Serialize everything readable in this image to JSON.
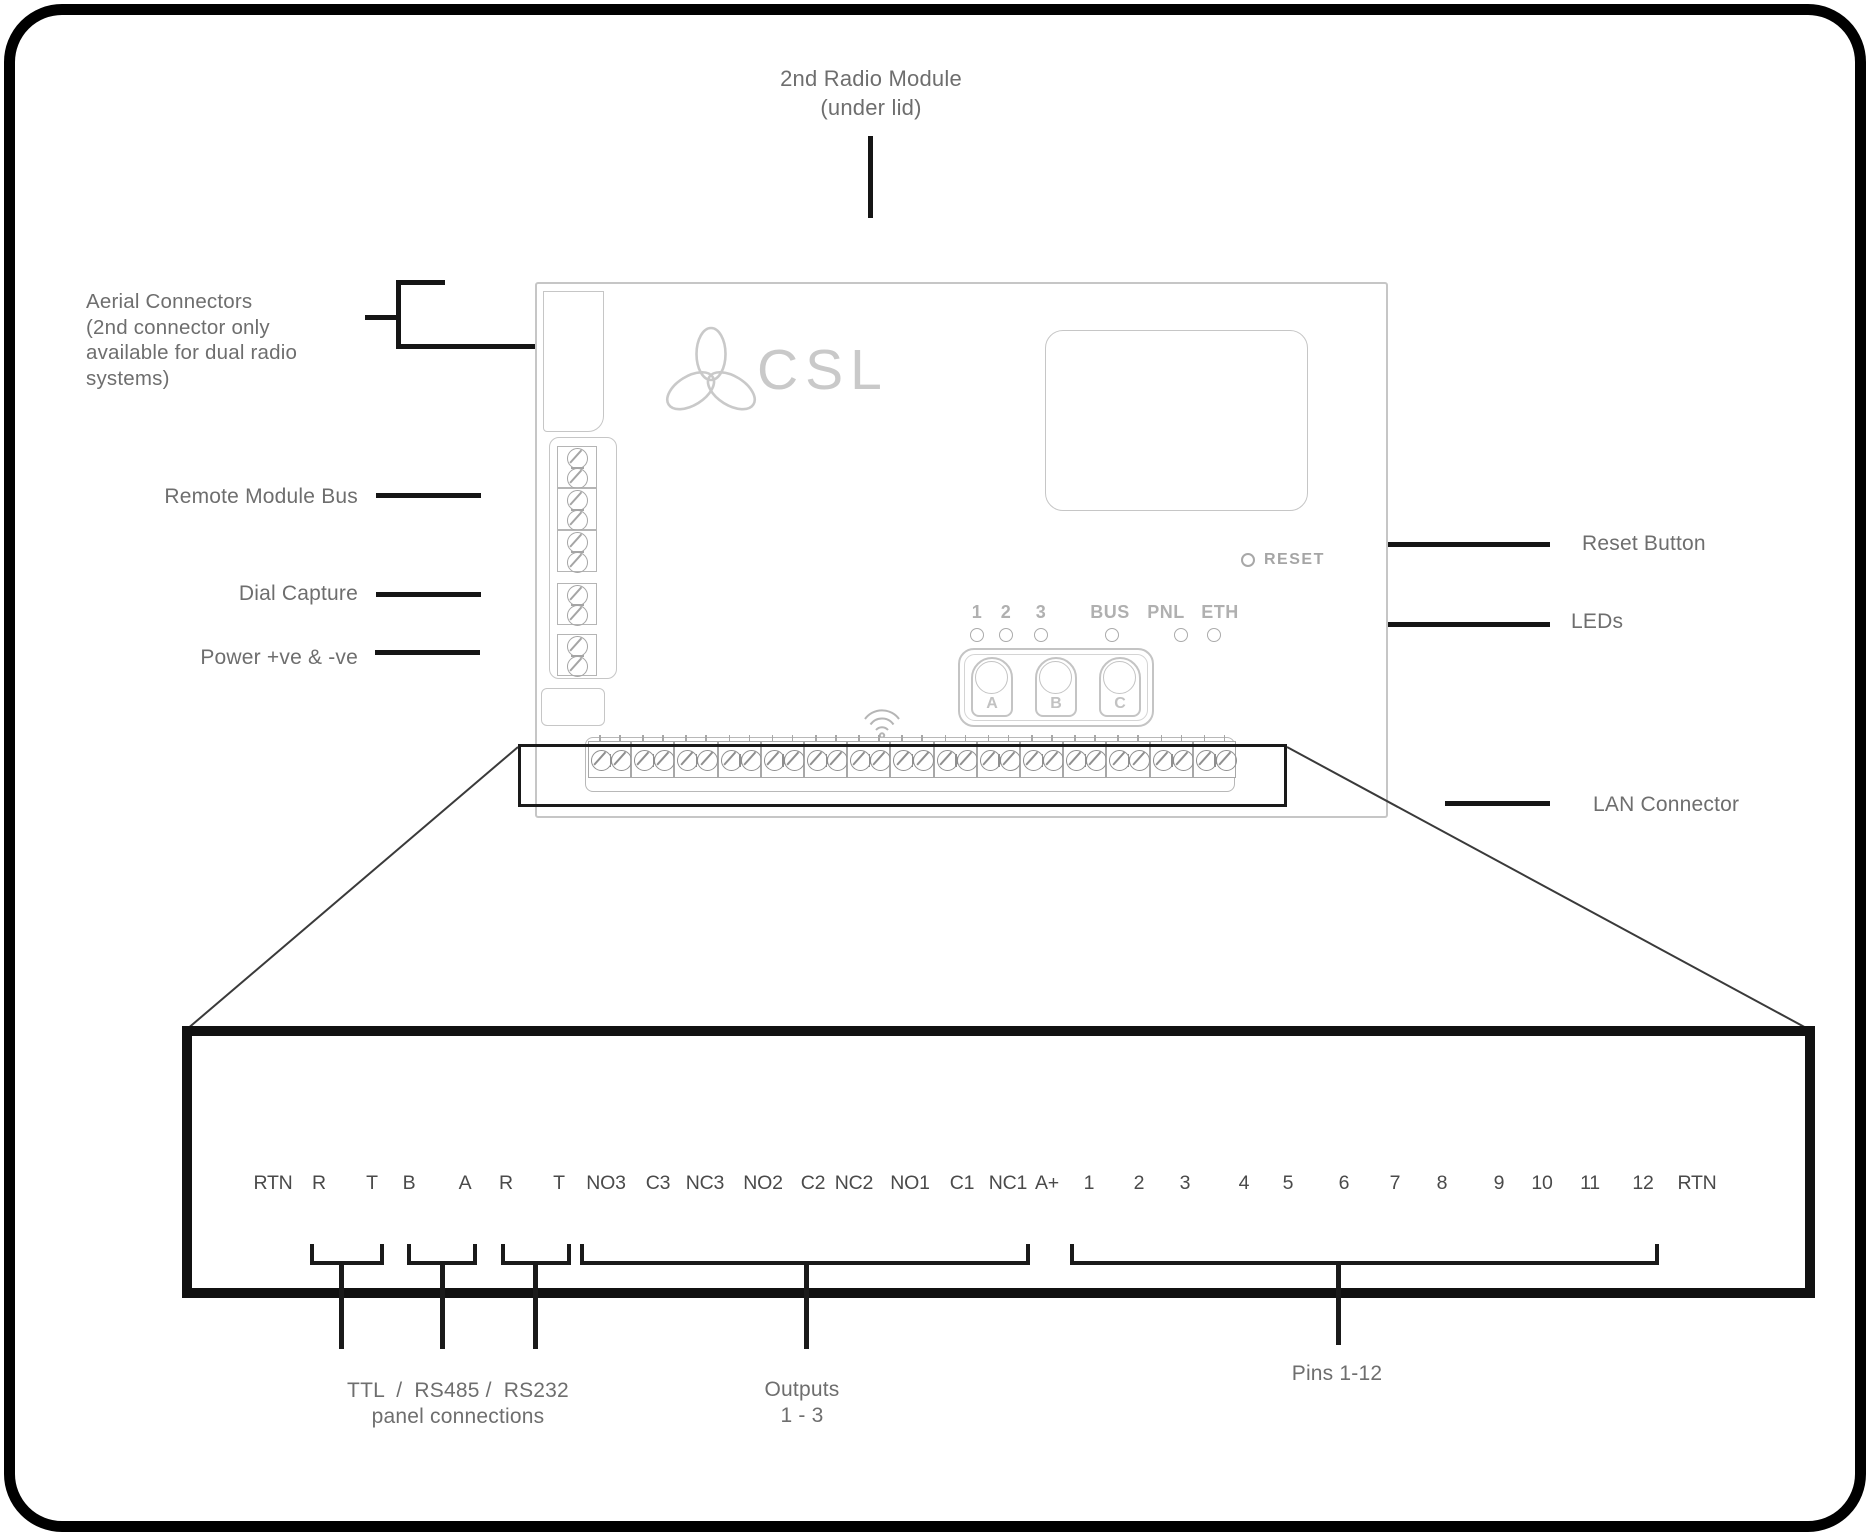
{
  "callouts": {
    "top": [
      "2nd Radio Module",
      "(under lid)"
    ],
    "aerial": [
      "Aerial Connectors",
      "(2nd connector only",
      "available for dual radio",
      "systems)"
    ],
    "remote_module_bus": "Remote Module Bus",
    "dial_capture": "Dial Capture",
    "power": "Power +ve & -ve",
    "reset_button": "Reset Button",
    "leds": "LEDs",
    "lan_connector": "LAN Connector",
    "panel_connections": [
      "TTL  /  RS485 /  RS232",
      "panel connections"
    ],
    "outputs": [
      "Outputs",
      "1 - 3"
    ],
    "pins": "Pins 1-12"
  },
  "device": {
    "brand": "CSL",
    "reset_label": "RESET",
    "led_labels": [
      "1",
      "2",
      "3",
      "BUS",
      "PNL",
      "ETH"
    ],
    "button_labels": [
      "A",
      "B",
      "C"
    ]
  },
  "terminal_labels": [
    "RTN",
    "R",
    "T",
    "B",
    "A",
    "R",
    "T",
    "NO3",
    "C3",
    "NC3",
    "NO2",
    "C2",
    "NC2",
    "NO1",
    "C1",
    "NC1",
    "A+",
    "1",
    "2",
    "3",
    "4",
    "5",
    "6",
    "7",
    "8",
    "9",
    "10",
    "11",
    "12",
    "RTN"
  ],
  "colors": {
    "callout_line": "#151515",
    "device_outline": "#c6c6c6",
    "label_text": "#6e6e6e",
    "device_text": "#b0b0b0",
    "terminal_text": "#4a4a4a"
  }
}
